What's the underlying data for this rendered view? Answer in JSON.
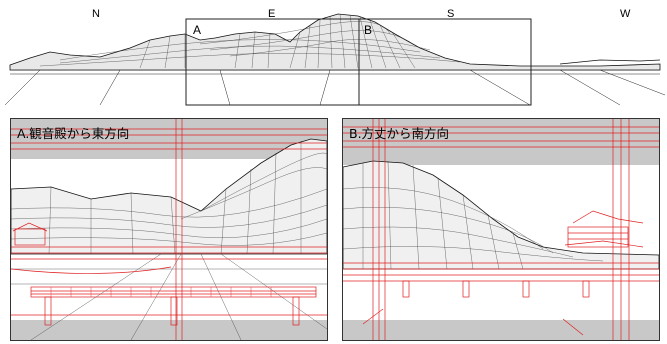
{
  "compass": {
    "north": "N",
    "east": "E",
    "south": "S",
    "west": "W"
  },
  "panorama": {
    "box_a_letter": "A",
    "box_b_letter": "B"
  },
  "panel_a": {
    "label": "A.観音殿から東方向"
  },
  "panel_b": {
    "label": "B.方丈から南方向"
  },
  "colors": {
    "wireframe": "#222222",
    "architecture_overlay": "#e02020",
    "sky_band": "#c8c8c8",
    "frame": "#333333"
  }
}
